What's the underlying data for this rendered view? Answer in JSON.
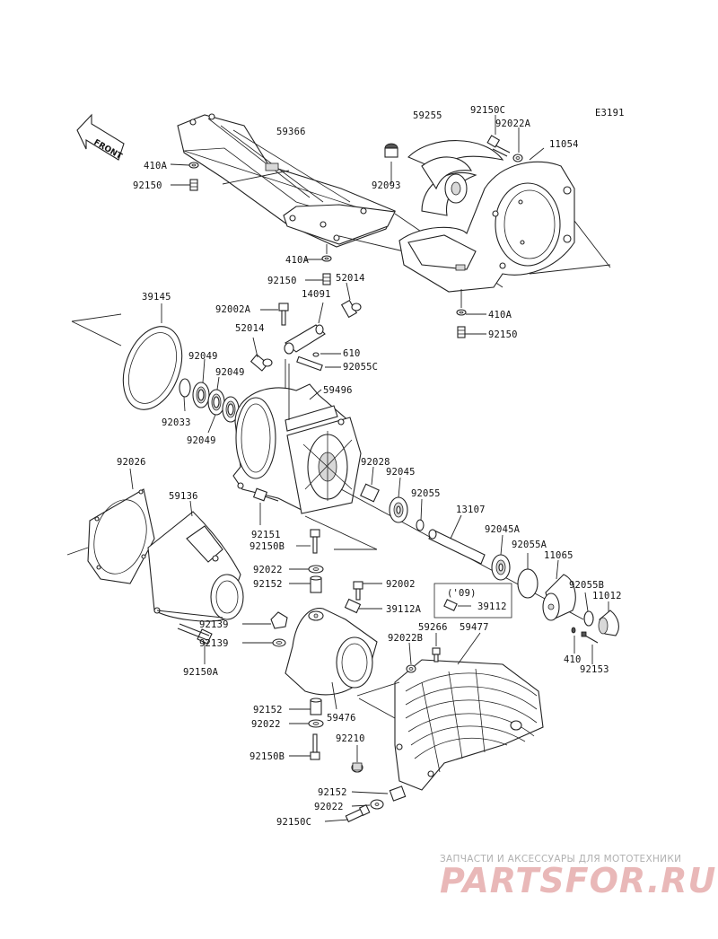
{
  "diagram_code": "E3191",
  "front_label": "FRONT",
  "year_note": "('09)",
  "watermark": {
    "line1": "ЗАПЧАСТИ И АКСЕССУАРЫ ДЛЯ МОТОТЕХНИКИ",
    "line2": "PARTSFOR.RU"
  },
  "labels": [
    {
      "id": "59366",
      "text": "59366"
    },
    {
      "id": "59255",
      "text": "59255"
    },
    {
      "id": "92150C-top",
      "text": "92150C"
    },
    {
      "id": "92022A-top",
      "text": "92022A"
    },
    {
      "id": "11054",
      "text": "11054"
    },
    {
      "id": "410A-top",
      "text": "410A"
    },
    {
      "id": "92150-top",
      "text": "92150"
    },
    {
      "id": "92093",
      "text": "92093"
    },
    {
      "id": "410A-mid",
      "text": "410A"
    },
    {
      "id": "92150-mid",
      "text": "92150"
    },
    {
      "id": "52014-top",
      "text": "52014"
    },
    {
      "id": "39145",
      "text": "39145"
    },
    {
      "id": "14091",
      "text": "14091"
    },
    {
      "id": "92002A",
      "text": "92002A"
    },
    {
      "id": "410A-right",
      "text": "410A"
    },
    {
      "id": "92150-right",
      "text": "92150"
    },
    {
      "id": "52014-low",
      "text": "52014"
    },
    {
      "id": "610",
      "text": "610"
    },
    {
      "id": "92055C",
      "text": "92055C"
    },
    {
      "id": "92049-a",
      "text": "92049"
    },
    {
      "id": "92049-b",
      "text": "92049"
    },
    {
      "id": "59496",
      "text": "59496"
    },
    {
      "id": "92033",
      "text": "92033"
    },
    {
      "id": "92049-c",
      "text": "92049"
    },
    {
      "id": "92026",
      "text": "92026"
    },
    {
      "id": "92028",
      "text": "92028"
    },
    {
      "id": "92045",
      "text": "92045"
    },
    {
      "id": "59136",
      "text": "59136"
    },
    {
      "id": "92055",
      "text": "92055"
    },
    {
      "id": "13107",
      "text": "13107"
    },
    {
      "id": "92151",
      "text": "92151"
    },
    {
      "id": "92150B-top",
      "text": "92150B"
    },
    {
      "id": "92045A",
      "text": "92045A"
    },
    {
      "id": "92055A",
      "text": "92055A"
    },
    {
      "id": "11065",
      "text": "11065"
    },
    {
      "id": "92022-mid",
      "text": "92022"
    },
    {
      "id": "92002",
      "text": "92002"
    },
    {
      "id": "92152-mid",
      "text": "92152"
    },
    {
      "id": "92055B",
      "text": "92055B"
    },
    {
      "id": "11012",
      "text": "11012"
    },
    {
      "id": "39112A",
      "text": "39112A"
    },
    {
      "id": "39112",
      "text": "39112"
    },
    {
      "id": "92139-a",
      "text": "92139"
    },
    {
      "id": "92139-b",
      "text": "92139"
    },
    {
      "id": "59266",
      "text": "59266"
    },
    {
      "id": "59477",
      "text": "59477"
    },
    {
      "id": "92022B",
      "text": "92022B"
    },
    {
      "id": "92150A",
      "text": "92150A"
    },
    {
      "id": "410-low",
      "text": "410"
    },
    {
      "id": "92153",
      "text": "92153"
    },
    {
      "id": "92152-low",
      "text": "92152"
    },
    {
      "id": "59476",
      "text": "59476"
    },
    {
      "id": "92022-low",
      "text": "92022"
    },
    {
      "id": "92210",
      "text": "92210"
    },
    {
      "id": "92150B-low",
      "text": "92150B"
    },
    {
      "id": "92152-bot",
      "text": "92152"
    },
    {
      "id": "92022-bot",
      "text": "92022"
    },
    {
      "id": "92150C-bot",
      "text": "92150C"
    }
  ]
}
